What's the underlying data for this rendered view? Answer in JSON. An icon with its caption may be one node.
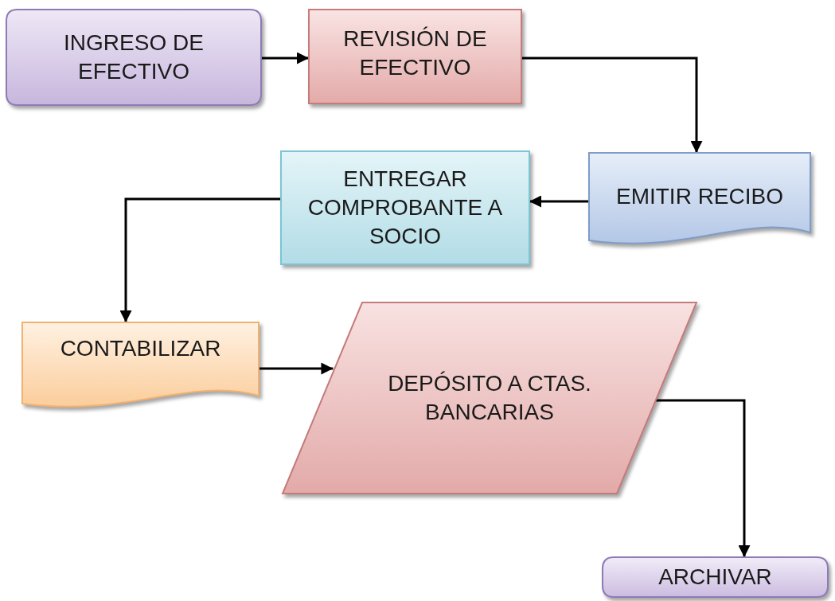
{
  "diagram": {
    "nodes": [
      {
        "text": [
          "INGRESO DE EFECTIVO"
        ]
      },
      {
        "text": [
          "REVISIÓN DE EFECTIVO"
        ]
      },
      {
        "text": [
          "EMITIR RECIBO"
        ]
      },
      {
        "text": [
          "ENTREGAR COMPROBANTE A SOCIO"
        ]
      },
      {
        "text": [
          "CONTABILIZAR"
        ]
      },
      {
        "text": [
          "DEPÓSITO A CTAS. BANCARIAS"
        ]
      },
      {
        "text": [
          "ARCHIVAR"
        ]
      }
    ],
    "edges": [
      {
        "from": 0,
        "to": 1,
        "arrow": "to"
      },
      {
        "from": 1,
        "to": 2,
        "arrow": "to"
      },
      {
        "from": 2,
        "to": 3,
        "arrow": "to"
      },
      {
        "from": 3,
        "to": 4,
        "arrow": "to"
      },
      {
        "from": 4,
        "to": 5,
        "arrow": "to"
      },
      {
        "from": 5,
        "to": 6,
        "arrow": "to"
      }
    ]
  }
}
